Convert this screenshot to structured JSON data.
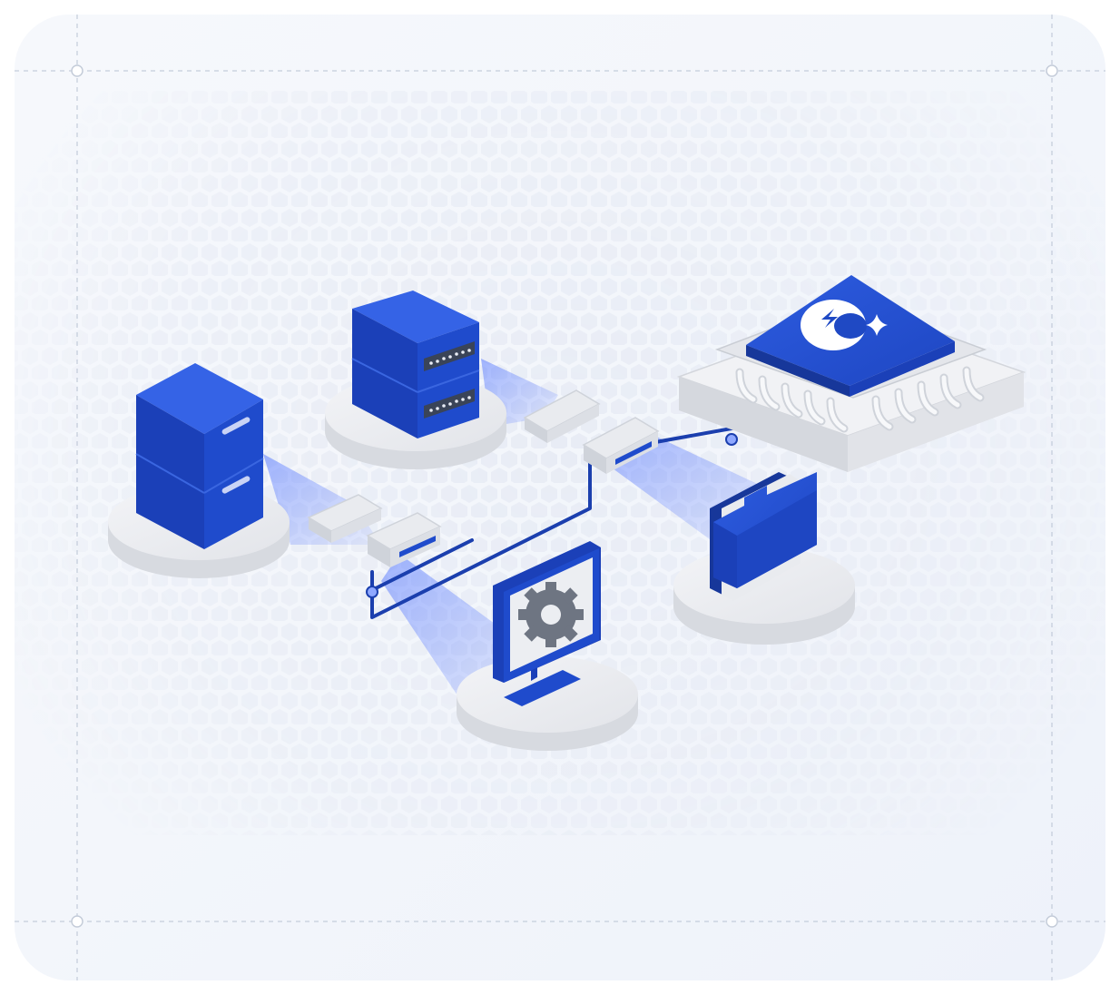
{
  "scene": {
    "nodes": [
      {
        "name": "filing-cabinet",
        "icon": "filing-cabinet-icon"
      },
      {
        "name": "server-rack",
        "icon": "server-icon"
      },
      {
        "name": "processor-chip",
        "icon": "cpu-chip-icon",
        "badge_icon": "ai-spark-icon"
      },
      {
        "name": "monitor-settings",
        "icon": "monitor-gear-icon"
      },
      {
        "name": "folder",
        "icon": "folder-icon"
      }
    ],
    "connectors": [
      "usb-connector",
      "usb-connector"
    ],
    "colors": {
      "primary": "#1f49c4",
      "primary_dark": "#17379a",
      "beam": "#5b7cff",
      "platform": "#e9ebef",
      "background": "#f4f6fb",
      "wire": "#1b3fae"
    }
  }
}
